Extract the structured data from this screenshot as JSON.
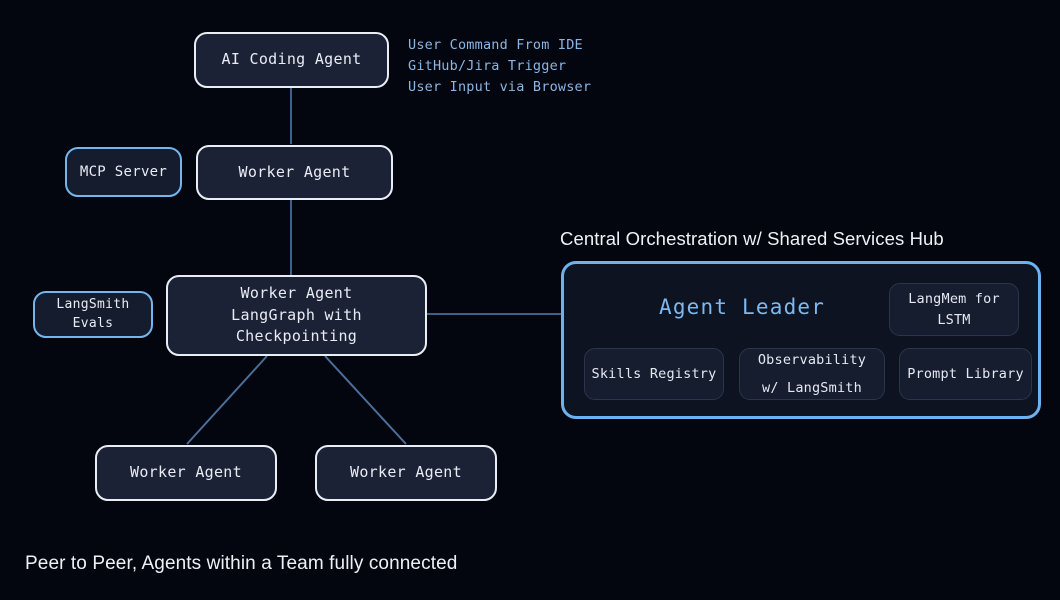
{
  "background": "#03060f",
  "colors": {
    "node_fill": "#1b2236",
    "node_border_white": "#e9edf4",
    "node_border_accent": "#72b7ef",
    "hub_border": "#6cb2ee",
    "hub_fill": "#0d1321",
    "chip_fill": "#151d2f",
    "chip_border": "#2b364c",
    "edge": "#3e618c",
    "leader_text": "#7fb8ef",
    "annotation_text": "#8ab6e4",
    "body_text": "#e8ecf3"
  },
  "nodes": {
    "ai_coding_agent": {
      "label": "AI Coding Agent"
    },
    "mcp_server": {
      "label": "MCP Server"
    },
    "worker_agent_top": {
      "label": "Worker Agent"
    },
    "langsmith_evals": {
      "label": "LangSmith\nEvals"
    },
    "worker_agent_center": {
      "label": "Worker Agent\nLangGraph with\nCheckpointing"
    },
    "worker_agent_bottom_left": {
      "label": "Worker Agent"
    },
    "worker_agent_bottom_right": {
      "label": "Worker Agent"
    }
  },
  "annotations": {
    "triggers": "User Command From IDE\nGitHub/Jira Trigger\nUser Input via Browser",
    "caption": "Peer to Peer, Agents within a Team fully connected"
  },
  "hub": {
    "title": "Central Orchestration w/ Shared Services Hub",
    "leader": "Agent Leader",
    "services": [
      {
        "label": "LangMem for\nLSTM"
      },
      {
        "label": "Skills Registry"
      },
      {
        "label": "Observability\nw/ LangSmith"
      },
      {
        "label": "Prompt Library"
      }
    ]
  }
}
